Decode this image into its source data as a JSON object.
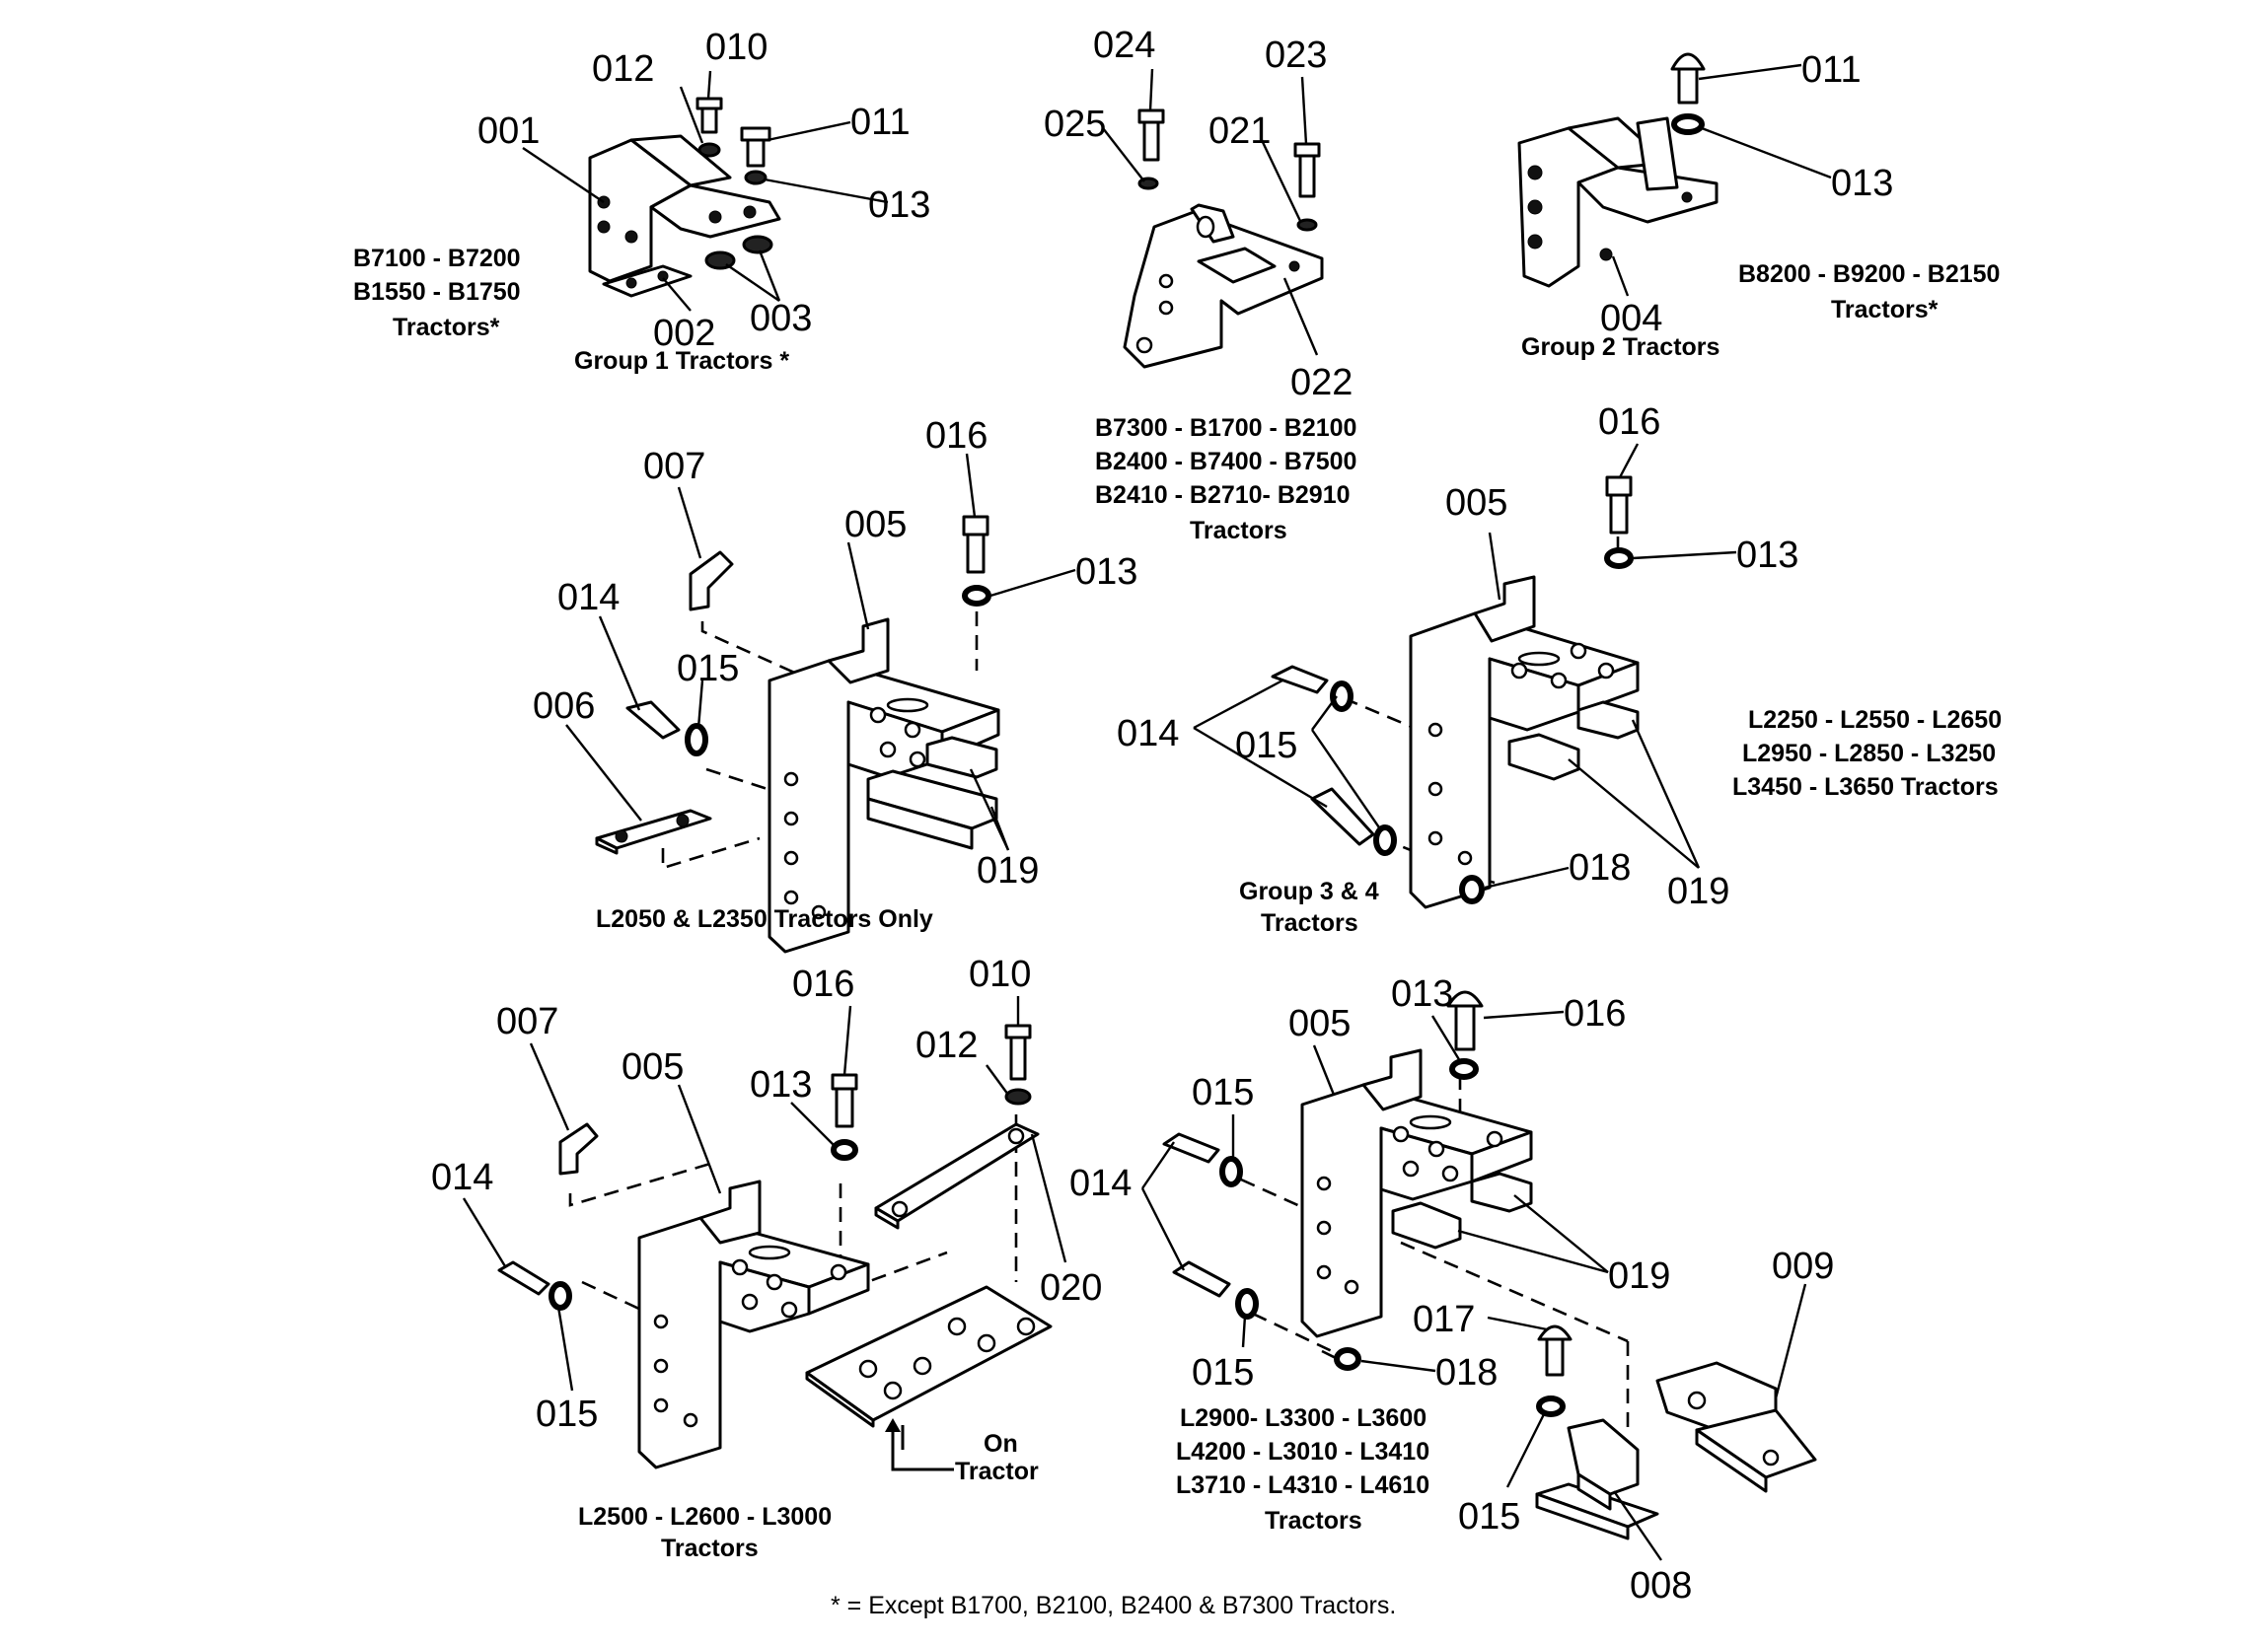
{
  "callouts": {
    "g1_010": "010",
    "g1_012": "012",
    "g1_011": "011",
    "g1_001": "001",
    "g1_013": "013",
    "g1_002": "002",
    "g1_003": "003",
    "b_024": "024",
    "b_023": "023",
    "b_025": "025",
    "b_021": "021",
    "b_022": "022",
    "g2_011": "011",
    "g2_013": "013",
    "g2_004": "004",
    "m1_007": "007",
    "m1_005": "005",
    "m1_016": "016",
    "m1_013": "013",
    "m1_014": "014",
    "m1_015": "015",
    "m1_006": "006",
    "m1_019": "019",
    "m2_016": "016",
    "m2_005": "005",
    "m2_013": "013",
    "m2_014": "014",
    "m2_015": "015",
    "m2_018": "018",
    "m2_019": "019",
    "l1_007": "007",
    "l1_005": "005",
    "l1_016": "016",
    "l1_010": "010",
    "l1_012": "012",
    "l1_013": "013",
    "l1_014": "014",
    "l1_020": "020",
    "l1_015": "015",
    "l2_005": "005",
    "l2_013": "013",
    "l2_016": "016",
    "l2_015a": "015",
    "l2_014": "014",
    "l2_019": "019",
    "l2_017": "017",
    "l2_009": "009",
    "l2_015b": "015",
    "l2_018": "018",
    "l2_015c": "015",
    "l2_008": "008"
  },
  "captions": {
    "g1_models_1": "B7100 - B7200",
    "g1_models_2": "B1550 - B1750",
    "g1_models_3": "Tractors*",
    "g1_group": "Group  1  Tractors *",
    "b_models_1": "B7300 - B1700 - B2100",
    "b_models_2": "B2400 - B7400 - B7500",
    "b_models_3": "B2410 - B2710- B2910",
    "b_models_4": "Tractors",
    "g2_models_1": "B8200 - B9200 - B2150",
    "g2_models_2": "Tractors*",
    "g2_group": "Group  2  Tractors",
    "m1_caption": "L2050  &  L2350  Tractors  Only",
    "m2_group_1": "Group  3  &  4",
    "m2_group_2": "Tractors",
    "m2_models_1": "L2250 - L2550 - L2650",
    "m2_models_2": "L2950 - L2850 - L3250",
    "m2_models_3": "L3450 -  L3650 Tractors",
    "l1_on_1": "On",
    "l1_on_2": "Tractor",
    "l1_models_1": "L2500 - L2600 - L3000",
    "l1_models_2": "Tractors",
    "l2_models_1": "L2900- L3300 - L3600",
    "l2_models_2": "L4200 - L3010 - L3410",
    "l2_models_3": "L3710 - L4310 - L4610",
    "l2_models_4": "Tractors"
  },
  "footnote": "* = Except B1700, B2100, B2400 & B7300 Tractors."
}
